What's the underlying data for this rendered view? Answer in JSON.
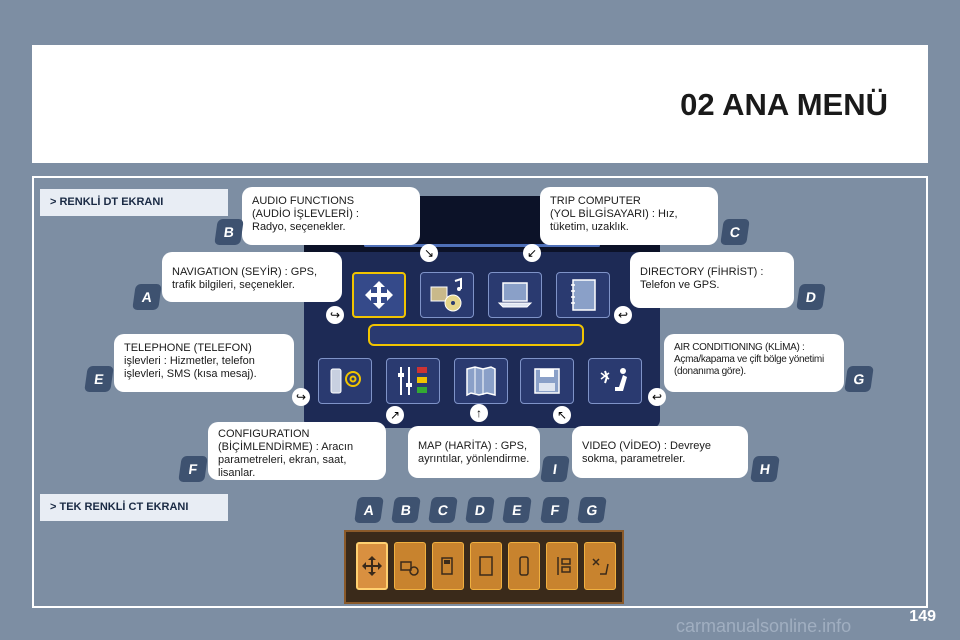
{
  "header": {
    "title": "02 ANA MENÜ"
  },
  "sections": {
    "color_dt": "> RENKLİ DT EKRANI",
    "mono_ct": "> TEK RENKLİ CT EKRANI"
  },
  "callouts": {
    "audio": {
      "line1": "AUDIO FUNCTIONS",
      "line2": "(AUDİO İŞLEVLERİ) :",
      "line3": "Radyo, seçenekler."
    },
    "trip": {
      "line1": "TRIP COMPUTER",
      "line2": "(YOL BİLGİSAYARI) : Hız,",
      "line3": "tüketim, uzaklık."
    },
    "navigation": {
      "line1": "NAVIGATION (SEYİR) : GPS,",
      "line2": "trafik bilgileri, seçenekler."
    },
    "directory": {
      "line1": "DIRECTORY (FİHRİST) :",
      "line2": "Telefon ve GPS."
    },
    "telephone": {
      "line1": "TELEPHONE (TELEFON)",
      "line2": "işlevleri : Hizmetler, telefon",
      "line3": "işlevleri, SMS (kısa mesaj)."
    },
    "air": {
      "line1": "AIR CONDITIONING (KLİMA) :",
      "line2": "Açma/kapama ve çift bölge yönetimi",
      "line3": "(donanıma göre)."
    },
    "configuration": {
      "line1": "CONFIGURATION",
      "line2": "(BİÇİMLENDİRME) : Aracın",
      "line3": "parametreleri, ekran, saat,",
      "line4": "lisanlar."
    },
    "map": {
      "line1": "MAP (HARİTA) : GPS,",
      "line2": "ayrıntılar, yönlendirme."
    },
    "video": {
      "line1": "VIDEO (VİDEO) : Devreye",
      "line2": "sokma, parametreler."
    }
  },
  "badges": {
    "a": "A",
    "b": "B",
    "c": "C",
    "d": "D",
    "e": "E",
    "f": "F",
    "g": "G",
    "h": "H",
    "i": "I"
  },
  "bottom_badges": [
    "A",
    "B",
    "C",
    "D",
    "E",
    "F",
    "G"
  ],
  "page_number": "149",
  "watermark": "carmanualsonline.info",
  "colors": {
    "background": "#7d8ea3",
    "badge": "#3e5270",
    "screen": "#1d2a55",
    "highlight": "#f1c400",
    "bottom_screen": "#c8832e"
  }
}
